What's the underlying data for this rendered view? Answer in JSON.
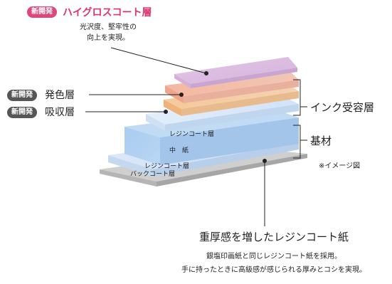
{
  "top_callout": {
    "badge": "新開発",
    "title": "ハイグロスコート層",
    "desc_line1": "光沢度、堅牢性の",
    "desc_line2": "向上を実現。"
  },
  "left_labels": [
    {
      "badge": "新開発",
      "label": "発色層"
    },
    {
      "badge": "新開発",
      "label": "吸収層"
    }
  ],
  "right_labels": {
    "ink_layer": "インク受容層",
    "base": "基材",
    "image_note": "※イメージ図"
  },
  "layer_labels": {
    "resin_top": "レジンコート層",
    "middle_paper": "中　紙",
    "resin_bottom": "レジンコート層",
    "back_coat": "バックコート層"
  },
  "bottom": {
    "title": "重厚感を増したレジンコート紙",
    "line1": "銀塩印画紙と同じレジンコート紙を採用。",
    "line2": "手に持ったときに高級感が感じられる厚みとコシを実現。"
  }
}
